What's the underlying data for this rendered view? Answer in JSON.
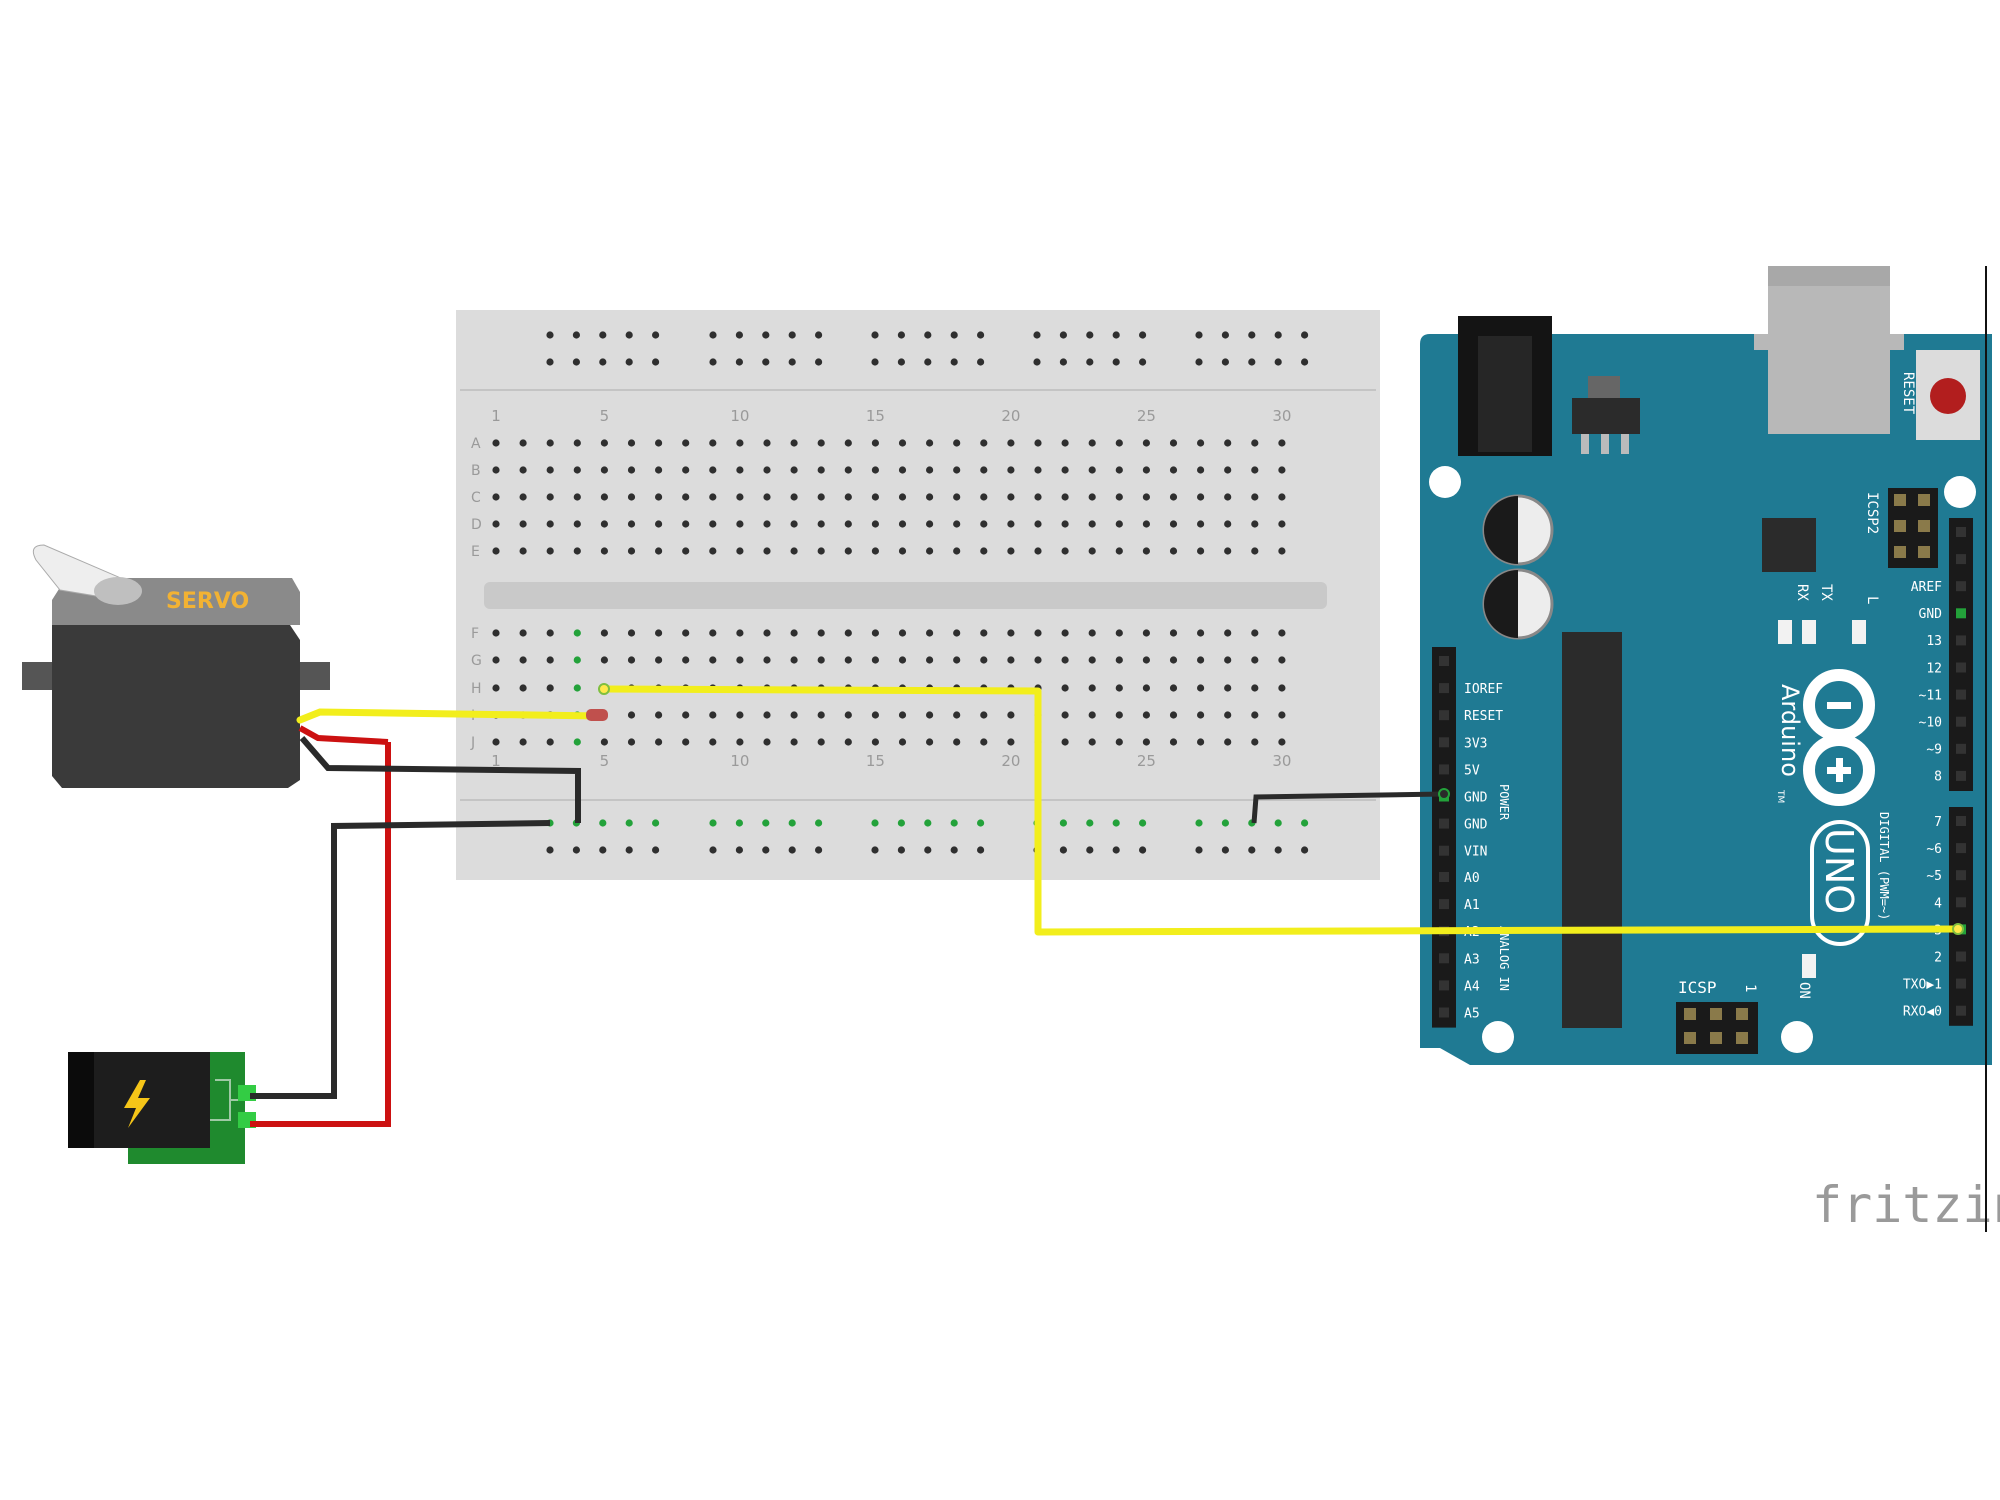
{
  "colors": {
    "breadboard": "#dcdcdc",
    "arduino": "#1f7a93",
    "wire_yellow": "#f2ee1c",
    "wire_red": "#cc1111",
    "wire_black": "#2a2a2a",
    "servo_body": "#333333",
    "jack_pcb": "#1f8a2e",
    "hole": "#2f2f2f",
    "hole_active": "#23a23a"
  },
  "servo": {
    "label": "SERVO"
  },
  "power_jack": {
    "icon": "lightning-bolt-icon"
  },
  "breadboard": {
    "row_letters_top": [
      "A",
      "B",
      "C",
      "D",
      "E"
    ],
    "row_letters_bottom": [
      "F",
      "G",
      "H",
      "I",
      "J"
    ],
    "column_numbers": [
      "1",
      "5",
      "10",
      "15",
      "20",
      "25",
      "30"
    ]
  },
  "arduino": {
    "brand": "Arduino",
    "model": "UNO",
    "tm": "TM",
    "reset_label": "RESET",
    "icsp2_label": "ICSP2",
    "icsp_label": "ICSP",
    "icsp_pin1": "1",
    "on_label": "ON",
    "tx_label": "TX",
    "rx_label": "RX",
    "l_label": "L",
    "power_label": "POWER",
    "analog_label": "ANALOG IN",
    "digital_label": "DIGITAL (PWM=~)",
    "power_pins": [
      "IOREF",
      "RESET",
      "3V3",
      "5V",
      "GND",
      "GND",
      "VIN"
    ],
    "analog_pins": [
      "A0",
      "A1",
      "A2",
      "A3",
      "A4",
      "A5"
    ],
    "digital_pins_top": [
      "AREF",
      "GND",
      "13",
      "12",
      "~11",
      "~10",
      "~9",
      "8"
    ],
    "digital_pins_bottom": [
      "7",
      "~6",
      "~5",
      "4",
      "~3",
      "2",
      "TXO▶1",
      "RXO◀0"
    ]
  },
  "watermark": "fritzing"
}
